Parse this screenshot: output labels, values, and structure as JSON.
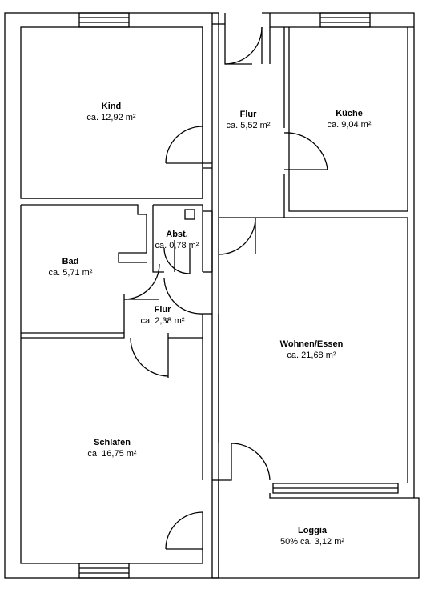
{
  "rooms": {
    "kind": {
      "name": "Kind",
      "area": "ca. 12,92 m²"
    },
    "flur_top": {
      "name": "Flur",
      "area": "ca. 5,52 m²"
    },
    "kueche": {
      "name": "Küche",
      "area": "ca. 9,04 m²"
    },
    "abst": {
      "name": "Abst.",
      "area": "ca. 0,78 m²"
    },
    "bad": {
      "name": "Bad",
      "area": "ca. 5,71 m²"
    },
    "flur_mid": {
      "name": "Flur",
      "area": "ca. 2,38 m²"
    },
    "wohnen": {
      "name": "Wohnen/Essen",
      "area": "ca. 21,68 m²"
    },
    "schlafen": {
      "name": "Schlafen",
      "area": "ca. 16,75 m²"
    },
    "loggia": {
      "name": "Loggia",
      "area": "50% ca. 3,12 m²"
    }
  },
  "colors": {
    "wall": "#000000",
    "background": "#ffffff"
  }
}
